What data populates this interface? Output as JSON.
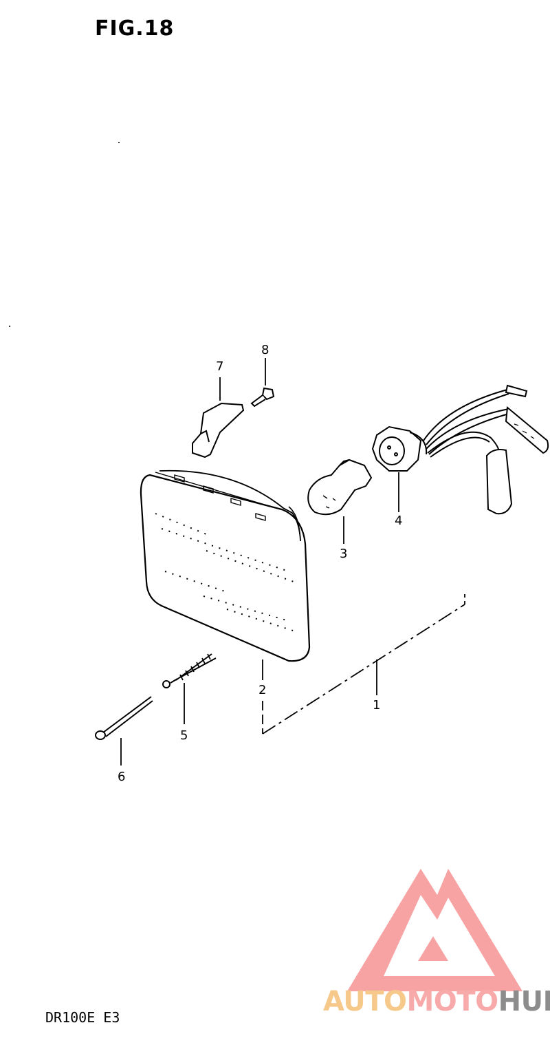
{
  "figure": {
    "title": "FIG.18",
    "model_code": "DR100E E3"
  },
  "callouts": [
    "1",
    "2",
    "3",
    "4",
    "5",
    "6",
    "7",
    "8"
  ],
  "parts": {
    "headlight_assembly": "1",
    "headlight_lens_unit": "2",
    "bulb": "3",
    "bulb_socket": "4",
    "adjusting_spring": "5",
    "adjusting_screw": "6",
    "bracket": "7",
    "screw": "8"
  },
  "watermark": {
    "part1": "AUTO",
    "part2": "MOTO",
    "part3": "HUB",
    "colors": {
      "auto": "#f6c98a",
      "moto": "#f8aaaa",
      "hub": "#8c8c8c",
      "logo": "#f7a3a3"
    }
  },
  "colors": {
    "ink": "#000000",
    "background": "#ffffff"
  }
}
